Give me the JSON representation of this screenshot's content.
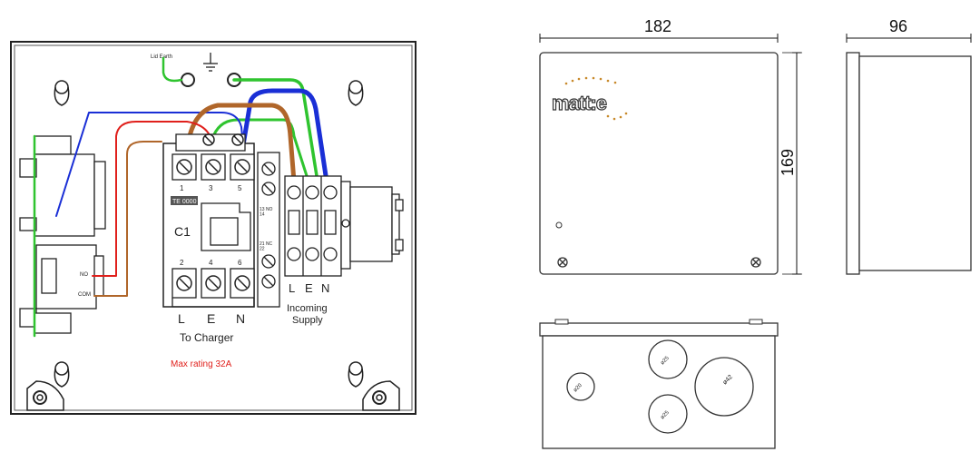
{
  "wiring": {
    "lid_earth": "Lid Earth",
    "contactor_name": "C1",
    "contactor_badge": "TE 0000",
    "top_terminals": [
      "1",
      "3",
      "5"
    ],
    "bottom_terminals": [
      "2",
      "4",
      "6"
    ],
    "aux_top_label": "13 NO\n14",
    "aux_bottom_label": "21 NC\n22",
    "relay_labels": [
      "NO",
      "COM"
    ],
    "charger_terminals": [
      "L",
      "E",
      "N"
    ],
    "to_charger": "To Charger",
    "supply_terminals": [
      "L",
      "E",
      "N"
    ],
    "incoming_supply_line1": "Incoming",
    "incoming_supply_line2": "Supply",
    "max_rating": "Max rating 32A",
    "colors": {
      "blue": "#1a2fd6",
      "brown": "#b0662a",
      "green": "#2fc42f",
      "red": "#e0201c",
      "warning_text": "#e0201c"
    }
  },
  "front_view": {
    "width_dim": "182",
    "height_dim": "169",
    "logo": "matt:e"
  },
  "side_view": {
    "depth_dim": "96"
  },
  "bottom_view": {
    "holes": [
      "ø20",
      "ø25",
      "ø25",
      "ø42"
    ]
  }
}
